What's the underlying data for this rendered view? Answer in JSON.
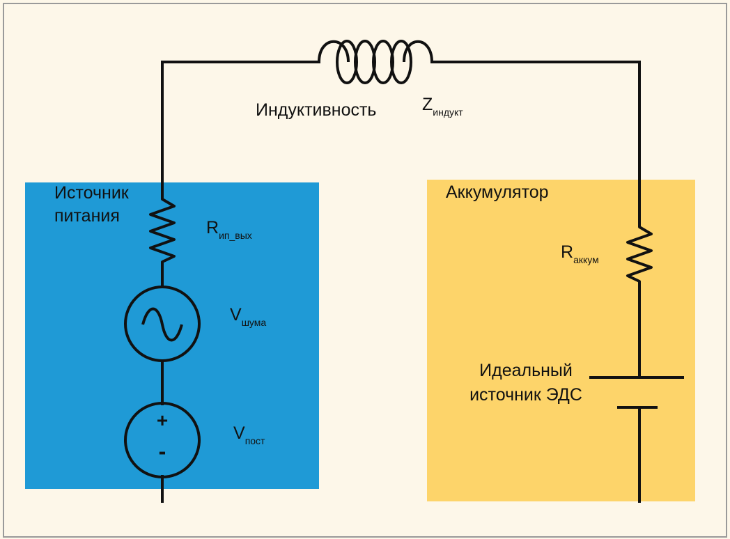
{
  "colors": {
    "background": "#fdf7e9",
    "power_supply_box": "#1f9ad6",
    "battery_box": "#fdd46a",
    "wire": "#111111"
  },
  "inductor": {
    "label": "Индуктивность",
    "symbol": "Z",
    "subscript": "индукт"
  },
  "power_supply": {
    "title_line1": "Источник",
    "title_line2": "питания",
    "resistor": {
      "symbol": "R",
      "subscript": "ип_вых"
    },
    "noise_source": {
      "symbol": "V",
      "subscript": "шума",
      "icon": "ac-source-icon"
    },
    "dc_source": {
      "symbol": "V",
      "subscript": "пост",
      "plus": "+",
      "minus": "-",
      "icon": "dc-source-icon"
    }
  },
  "battery": {
    "title": "Аккумулятор",
    "resistor": {
      "symbol": "R",
      "subscript": "аккум"
    },
    "emf_label_line1": "Идеальный",
    "emf_label_line2": "источник ЭДС",
    "icon": "battery-cell-icon"
  }
}
